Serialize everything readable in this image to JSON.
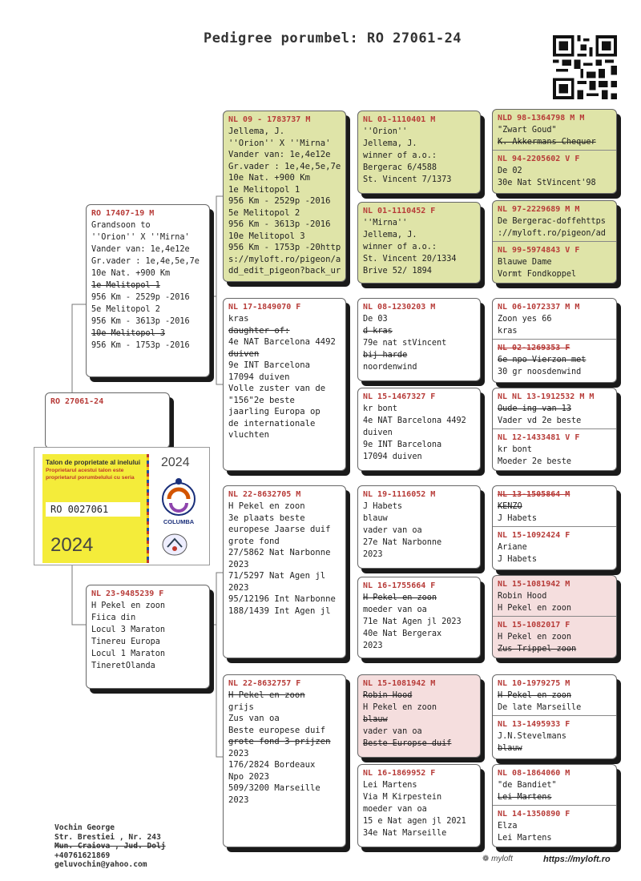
{
  "title": "Pedigree porumbel: RO 27061-24",
  "root": {
    "ring": "RO 27061-24"
  },
  "ticket": {
    "heading": "Talon de proprietate al inelului",
    "sub": [
      "Proprietarul acestui talon este",
      "proprietarul porumbelului cu seria"
    ],
    "ring": "RO 0027061",
    "year_big": "2024",
    "year_small": "2024",
    "brand": "COLUMBA"
  },
  "cards": [
    {
      "id": "sire",
      "cls": "g1",
      "bg": "#ffffff",
      "sections": [
        {
          "ring": "RO 17407-19 M",
          "lines": [
            {
              "t": "Grandsoon to"
            },
            {
              "t": "''Orion'' X ''Mirna'"
            },
            {
              "t": "Vander van: 1e,4e12e"
            },
            {
              "t": "Gr.vader : 1e,4e,5e,7e"
            },
            {
              "t": "10e Nat. +900 Km"
            },
            {
              "t": "1e Melitopol  1",
              "s": true
            },
            {
              "t": "  956 Km - 2529p -2016"
            },
            {
              "t": "5e Melitopol  2"
            },
            {
              "t": "  956 Km - 3613p -2016"
            },
            {
              "t": "10e Melitopol 3",
              "s": true
            },
            {
              "t": "  956 Km - 1753p -2016"
            }
          ]
        }
      ]
    },
    {
      "id": "dam",
      "cls": "g1",
      "bg": "#ffffff",
      "sections": [
        {
          "ring": "NL 23-9485239 F",
          "lines": [
            {
              "t": "H Pekel en zoon"
            },
            {
              "t": "Fiica din"
            },
            {
              "t": "Locul 3 Maraton"
            },
            {
              "t": "Tinereu Europa"
            },
            {
              "t": "Locul 1 Maraton"
            },
            {
              "t": "TineretOlanda"
            }
          ]
        }
      ]
    },
    {
      "id": "ss",
      "cls": "g0",
      "bg": "#dfe4a8",
      "sections": [
        {
          "ring": "NL 09 - 1783737 M",
          "lines": [
            {
              "t": "Jellema, J."
            },
            {
              "t": "''Orion'' X ''Mirna'"
            },
            {
              "t": "Vander van: 1e,4e12e"
            },
            {
              "t": "Gr.vader : 1e,4e,5e,7e"
            },
            {
              "t": "10e Nat. +900 Km"
            },
            {
              "t": "1e Melitopol 1"
            },
            {
              "t": "956 Km - 2529p -2016"
            },
            {
              "t": "5e Melitopol  2"
            },
            {
              "t": "956 Km - 3613p -2016"
            },
            {
              "t": "10e Melitopol 3"
            },
            {
              "t": "956 Km - 1753p -20http"
            },
            {
              "t": "s://myloft.ro/pigeon/a"
            },
            {
              "t": "dd_edit_pigeon?back_ur"
            }
          ]
        }
      ]
    },
    {
      "id": "sd",
      "cls": "g0",
      "bg": "#ffffff",
      "sections": [
        {
          "ring": "NL 17-1849070 F",
          "lines": [
            {
              "t": "kras"
            },
            {
              "t": "daughter of:",
              "s": true
            },
            {
              "t": "4e NAT Barcelona 4492"
            },
            {
              "t": "duiven",
              "s": true
            },
            {
              "t": "9e INT Barcelona"
            },
            {
              "t": "17094 duiven"
            },
            {
              "t": "Volle zuster van de"
            },
            {
              "t": "\"156\"2e beste"
            },
            {
              "t": "jaarling Europa op"
            },
            {
              "t": "de internationale"
            },
            {
              "t": "vluchten"
            }
          ]
        }
      ]
    },
    {
      "id": "ds",
      "cls": "g0",
      "bg": "#ffffff",
      "sections": [
        {
          "ring": "NL 22-8632705 M",
          "lines": [
            {
              "t": "H Pekel en zoon"
            },
            {
              "t": "3e plaats beste"
            },
            {
              "t": "europese Jaarse duif"
            },
            {
              "t": "grote fond"
            },
            {
              "t": "27/5862 Nat Narbonne"
            },
            {
              "t": "2023"
            },
            {
              "t": "71/5297 Nat Agen jl"
            },
            {
              "t": "2023"
            },
            {
              "t": "95/12196 Int Narbonne"
            },
            {
              "t": "188/1439 Int Agen jl"
            }
          ]
        }
      ]
    },
    {
      "id": "dd",
      "cls": "g0",
      "bg": "#ffffff",
      "sections": [
        {
          "ring": "NL 22-8632757 F",
          "lines": [
            {
              "t": "H Pekel en zoon",
              "s": true
            },
            {
              "t": "grijs"
            },
            {
              "t": "Zus van oa"
            },
            {
              "t": "Beste europese duif"
            },
            {
              "t": "grote fond 3 prijzen",
              "s": true
            },
            {
              "t": "2023"
            },
            {
              "t": "176/2824 Bordeaux"
            },
            {
              "t": "Npo 2023"
            },
            {
              "t": "509/3200 Marseille"
            },
            {
              "t": "2023"
            }
          ]
        }
      ]
    },
    {
      "id": "g3a",
      "cls": "g3",
      "bg": "#dfe4a8",
      "sections": [
        {
          "ring": "NL 01-1110401 M",
          "lines": [
            {
              "t": "''Orion''"
            },
            {
              "t": "Jellema, J."
            },
            {
              "t": "winner of a.o.:"
            },
            {
              "t": "Bergerac 6/4588"
            },
            {
              "t": "St. Vincent 7/1373"
            }
          ]
        }
      ]
    },
    {
      "id": "g3b",
      "cls": "g3",
      "bg": "#dfe4a8",
      "sections": [
        {
          "ring": "NL 01-1110452 F",
          "lines": [
            {
              "t": "''Mirna''"
            },
            {
              "t": "Jellema, J."
            },
            {
              "t": "winner of a.o.:"
            },
            {
              "t": "St. Vincent 20/1334"
            },
            {
              "t": "Brive 52/ 1894"
            }
          ]
        }
      ]
    },
    {
      "id": "g3c",
      "cls": "g3",
      "bg": "#ffffff",
      "sections": [
        {
          "ring": "NL 08-1230203 M",
          "lines": [
            {
              "t": "De 03"
            },
            {
              "t": "d kras",
              "s": true
            },
            {
              "t": "79e nat stVincent"
            },
            {
              "t": "bij harde",
              "s": true
            },
            {
              "t": "noordenwind"
            }
          ]
        }
      ]
    },
    {
      "id": "g3d",
      "cls": "g3",
      "bg": "#ffffff",
      "sections": [
        {
          "ring": "NL 15-1467327 F",
          "lines": [
            {
              "t": "kr bont"
            },
            {
              "t": "4e NAT Barcelona 4492"
            },
            {
              "t": "duiven"
            },
            {
              "t": "9e INT Barcelona"
            },
            {
              "t": "17094 duiven"
            }
          ]
        }
      ]
    },
    {
      "id": "g3e",
      "cls": "g3",
      "bg": "#ffffff",
      "sections": [
        {
          "ring": "NL 19-1116052 M",
          "lines": [
            {
              "t": "J Habets"
            },
            {
              "t": "blauw"
            },
            {
              "t": "vader van oa"
            },
            {
              "t": "27e Nat Narbonne"
            },
            {
              "t": "2023"
            }
          ]
        }
      ]
    },
    {
      "id": "g3f",
      "cls": "g3",
      "bg": "#ffffff",
      "sections": [
        {
          "ring": "NL 16-1755664 F",
          "lines": [
            {
              "t": "H Pekel en zoon",
              "s": true
            },
            {
              "t": "moeder van oa"
            },
            {
              "t": "71e Nat Agen jl 2023"
            },
            {
              "t": "40e Nat Bergerax"
            },
            {
              "t": "2023"
            }
          ]
        }
      ]
    },
    {
      "id": "g3g",
      "cls": "g3",
      "bg": "#f5dede",
      "sections": [
        {
          "ring": "NL 15-1081942 M",
          "lines": [
            {
              "t": "Robin Hood",
              "s": true
            },
            {
              "t": "H Pekel en zoon"
            },
            {
              "t": "blauw",
              "s": true
            },
            {
              "t": "vader van oa"
            },
            {
              "t": "Beste Europse duif",
              "s": true
            }
          ]
        }
      ]
    },
    {
      "id": "g3h",
      "cls": "g3",
      "bg": "#ffffff",
      "sections": [
        {
          "ring": "NL 16-1869952 F",
          "lines": [
            {
              "t": "Lei Martens"
            },
            {
              "t": "Via M Kirpestein"
            },
            {
              "t": "moeder van oa"
            },
            {
              "t": "15 e Nat agen jl 2021"
            },
            {
              "t": "34e Nat Marseille"
            }
          ]
        }
      ]
    },
    {
      "id": "g4a",
      "cls": "g4",
      "bg": "#dfe4a8",
      "sections": [
        {
          "ring": "NLD 98-1364798 M M",
          "lines": [
            {
              "t": "\"Zwart Goud\""
            },
            {
              "t": "K. Akkermans Chequer",
              "s": true
            }
          ]
        },
        {
          "ring": "NL 94-2205602 V F",
          "lines": [
            {
              "t": "De 02"
            },
            {
              "t": "30e Nat StVincent'98"
            }
          ]
        }
      ]
    },
    {
      "id": "g4b",
      "cls": "g4",
      "bg": "#dfe4a8",
      "sections": [
        {
          "ring": "NL 97-2229689 M M",
          "lines": [
            {
              "t": "De Bergerac-doffehttps"
            },
            {
              "t": "://myloft.ro/pigeon/ad"
            }
          ]
        },
        {
          "ring": "NL 99-5974843 V F",
          "lines": [
            {
              "t": "Blauwe Dame"
            },
            {
              "t": "Vormt Fondkoppel"
            }
          ]
        }
      ]
    },
    {
      "id": "g4c",
      "cls": "g4",
      "bg": "#ffffff",
      "sections": [
        {
          "ring": "NL 06-1072337 M M",
          "lines": [
            {
              "t": "Zoon yes 66"
            },
            {
              "t": "kras"
            }
          ]
        },
        {
          "ring": "NL 02-1269353 F",
          "s": true,
          "lines": [
            {
              "t": "6e npo Vierzon met",
              "s": true
            },
            {
              "t": "30 gr noosdenwind"
            }
          ]
        }
      ]
    },
    {
      "id": "g4d",
      "cls": "g4",
      "bg": "#ffffff",
      "sections": [
        {
          "ring": "NL NL 13-1912532 M M",
          "lines": [
            {
              "t": "Oude ing van 13",
              "s": true
            },
            {
              "t": "Vader vd 2e beste"
            }
          ]
        },
        {
          "ring": "NL 12-1433481 V F",
          "lines": [
            {
              "t": "kr bont"
            },
            {
              "t": "Moeder 2e beste"
            }
          ]
        }
      ]
    },
    {
      "id": "g4e",
      "cls": "g4",
      "bg": "#ffffff",
      "sections": [
        {
          "ring": "NL 13-1505864 M",
          "s": true,
          "lines": [
            {
              "t": "KENZO",
              "s": true
            },
            {
              "t": "J Habets"
            }
          ]
        },
        {
          "ring": "NL 15-1092424 F",
          "lines": [
            {
              "t": "Ariane"
            },
            {
              "t": "J Habets"
            }
          ]
        }
      ]
    },
    {
      "id": "g4f",
      "cls": "g4",
      "bg": "#f5dede",
      "sections": [
        {
          "ring": "NL 15-1081942 M",
          "lines": [
            {
              "t": "Robin Hood"
            },
            {
              "t": "H Pekel en zoon"
            }
          ]
        },
        {
          "ring": "NL 15-1082017 F",
          "lines": [
            {
              "t": "H Pekel en zoon"
            },
            {
              "t": "Zus Trippel zoon",
              "s": true
            }
          ]
        }
      ]
    },
    {
      "id": "g4g",
      "cls": "g4",
      "bg": "#ffffff",
      "sections": [
        {
          "ring": "NL 10-1979275 M",
          "lines": [
            {
              "t": "H Pekel en zoon",
              "s": true
            },
            {
              "t": "De late Marseille"
            }
          ]
        },
        {
          "ring": "NL 13-1495933 F",
          "lines": [
            {
              "t": "J.N.Stevelmans"
            },
            {
              "t": "blauw",
              "s": true
            }
          ]
        }
      ]
    },
    {
      "id": "g4h",
      "cls": "g4",
      "bg": "#ffffff",
      "sections": [
        {
          "ring": "NL 08-1864060 M",
          "lines": [
            {
              "t": "\"de Bandiet\""
            },
            {
              "t": "Lei Martens",
              "s": true
            }
          ]
        },
        {
          "ring": "NL 14-1350890 F",
          "lines": [
            {
              "t": "Elza"
            },
            {
              "t": "Lei Martens"
            }
          ]
        }
      ]
    }
  ],
  "owner": {
    "name": "Vochin George",
    "street": "Str. Brestiei , Nr. 243",
    "city": "Mun. Craiova , Jud. Dolj",
    "phone": "+40761621869",
    "email": "geluvochin@yahoo.com"
  },
  "footer": {
    "brand": "myloft",
    "url": "https://myloft.ro"
  }
}
